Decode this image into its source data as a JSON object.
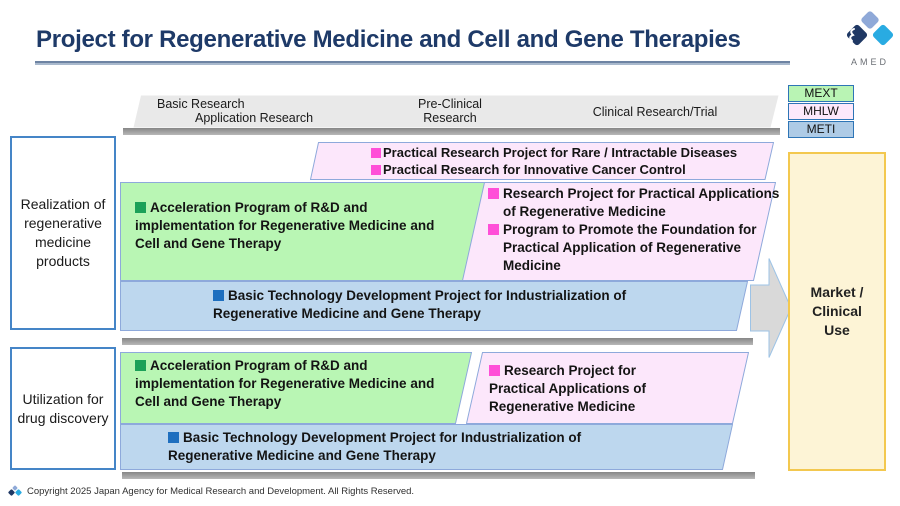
{
  "title": "Project for Regenerative Medicine and Cell and Gene Therapies",
  "brand": {
    "name": "AMED"
  },
  "legend": {
    "items": [
      {
        "label": "MEXT",
        "color": "#b9f4b4"
      },
      {
        "label": "MHLW",
        "color": "#fde8fb"
      },
      {
        "label": "METI",
        "color": "#aecbe6"
      }
    ]
  },
  "phases": {
    "p1_line1": "Basic Research",
    "p1_line2": "Application Research",
    "p2_line1": "Pre-Clinical",
    "p2_line2": "Research",
    "p3": "Clinical Research/Trial"
  },
  "group1": {
    "label": "Realization of regenerative medicine products",
    "strip_item1": "Practical Research Project for Rare / Intractable Diseases",
    "strip_item2": "Practical Research for Innovative Cancer Control",
    "green": "Acceleration Program of R&D and implementation for Regenerative Medicine and Cell and Gene Therapy",
    "pink_item1": "Research Project for Practical Applications of Regenerative Medicine",
    "pink_item2": "Program to Promote the Foundation for Practical Application of Regenerative Medicine",
    "blue": "Basic Technology Development Project for Industrialization of Regenerative Medicine and Gene Therapy"
  },
  "group2": {
    "label": "Utilization for drug discovery",
    "green": "Acceleration Program of R&D and implementation for Regenerative Medicine and Cell and Gene Therapy",
    "pink": "Research Project for Practical Applications of Regenerative Medicine",
    "blue": "Basic Technology Development Project for Industrialization of Regenerative Medicine and Gene Therapy"
  },
  "market": "Market / Clinical Use",
  "footer": "Copyright 2025 Japan Agency for Medical Research and Development. All Rights Reserved.",
  "colors": {
    "mext_fill": "#b9f6b4",
    "mhlw_fill": "#fce7fb",
    "meti_fill": "#bdd7ee",
    "mext_bullet": "#1ba158",
    "mhlw_bullet": "#ff4fd8",
    "meti_bullet": "#1e6fbf",
    "shape_border": "#8ea9db",
    "market_bg": "#fdf4d6",
    "market_border": "#f3c84f",
    "title_color": "#1e3a68"
  }
}
